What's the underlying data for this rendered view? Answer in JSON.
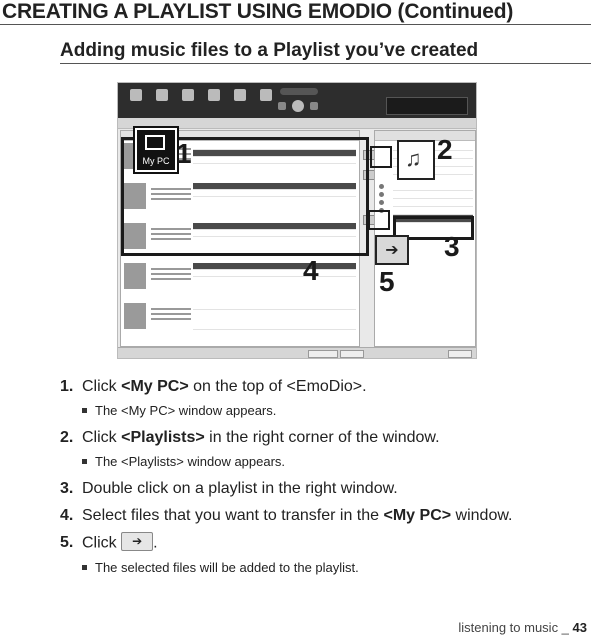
{
  "header": {
    "title": "CREATING A PLAYLIST USING EMODIO (Continued)"
  },
  "section": {
    "title": "Adding music files to a Playlist you’ve created"
  },
  "callouts": {
    "mypc_label": "My PC",
    "labels": [
      "1",
      "2",
      "3",
      "4",
      "5"
    ]
  },
  "steps": [
    {
      "num": "1.",
      "before": "Click ",
      "bold": "<My PC>",
      "after": " on the top of <EmoDio>.",
      "note": "The <My PC> window appears."
    },
    {
      "num": "2.",
      "before": "Click ",
      "bold": "<Playlists>",
      "after": " in the right corner of the window.",
      "note": "The <Playlists> window appears."
    },
    {
      "num": "3.",
      "before": "Double click on a playlist in the right window.",
      "bold": "",
      "after": "",
      "note": ""
    },
    {
      "num": "4.",
      "before": "Select files that you want to transfer in the ",
      "bold": "<My PC>",
      "after": " window.",
      "note": ""
    },
    {
      "num": "5.",
      "before": "Click ",
      "bold": "",
      "after": ".",
      "note": "The selected files will be added to the playlist."
    }
  ],
  "footer": {
    "text": "listening to music _ ",
    "page": "43"
  },
  "icons": [
    "my-pc-icon",
    "playlist-icon",
    "add-arrow-icon"
  ]
}
